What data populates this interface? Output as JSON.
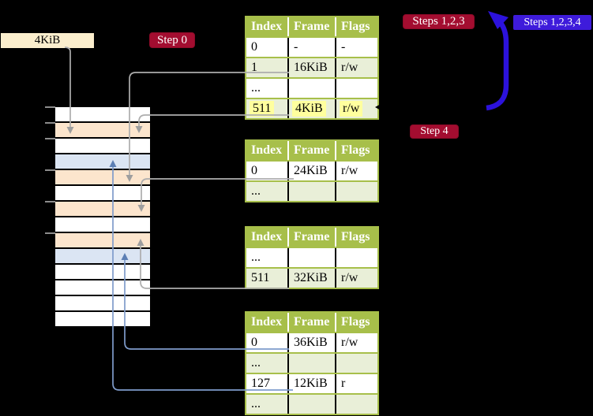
{
  "labels": {
    "frame_pointer": "4KiB",
    "step0": "Step 0",
    "steps_123": "Steps 1,2,3",
    "steps_1234": "Steps 1,2,3,4",
    "step4": "Step 4"
  },
  "colors": {
    "background": "#000000",
    "table_header_green": "#a7bf4a",
    "table_row_alt_green": "#e9efd8",
    "frame_page_table_peach": "#fce5cd",
    "frame_mapped_blue": "#dbe5f3",
    "badge_crimson": "#a30d30",
    "badge_blueviolet": "#3e1bdb",
    "pointer_box_cream": "#fbeecd",
    "highlight_yellow": "#ffff9e",
    "connector_gray": "#adadad",
    "connector_blue": "#7f9ccb",
    "big_arrow_blue": "#2c12dc"
  },
  "memory_column": {
    "rows": [
      "empty",
      "page_table",
      "empty",
      "mapped",
      "page_table",
      "empty",
      "page_table",
      "empty",
      "page_table",
      "mapped",
      "empty",
      "empty",
      "empty",
      "empty"
    ]
  },
  "page_tables": [
    {
      "name": "page-table-1",
      "headers": [
        "Index",
        "Frame",
        "Flags"
      ],
      "rows": [
        {
          "cells": [
            "0",
            "-",
            "-"
          ],
          "highlight": false
        },
        {
          "cells": [
            "1",
            "16KiB",
            "r/w"
          ],
          "highlight": false
        },
        {
          "cells": [
            "...",
            "",
            ""
          ],
          "highlight": false
        },
        {
          "cells": [
            "511",
            "4KiB",
            "r/w"
          ],
          "highlight": true
        }
      ]
    },
    {
      "name": "page-table-2",
      "headers": [
        "Index",
        "Frame",
        "Flags"
      ],
      "rows": [
        {
          "cells": [
            "0",
            "24KiB",
            "r/w"
          ],
          "highlight": false
        },
        {
          "cells": [
            "...",
            "",
            ""
          ],
          "highlight": false
        }
      ]
    },
    {
      "name": "page-table-3",
      "headers": [
        "Index",
        "Frame",
        "Flags"
      ],
      "rows": [
        {
          "cells": [
            "...",
            "",
            ""
          ],
          "highlight": false
        },
        {
          "cells": [
            "511",
            "32KiB",
            "r/w"
          ],
          "highlight": false
        }
      ]
    },
    {
      "name": "page-table-4",
      "headers": [
        "Index",
        "Frame",
        "Flags"
      ],
      "rows": [
        {
          "cells": [
            "0",
            "36KiB",
            "r/w"
          ],
          "highlight": false
        },
        {
          "cells": [
            "...",
            "",
            ""
          ],
          "highlight": false
        },
        {
          "cells": [
            "127",
            "12KiB",
            "r"
          ],
          "highlight": false
        },
        {
          "cells": [
            "...",
            "",
            ""
          ],
          "highlight": false
        }
      ]
    }
  ]
}
